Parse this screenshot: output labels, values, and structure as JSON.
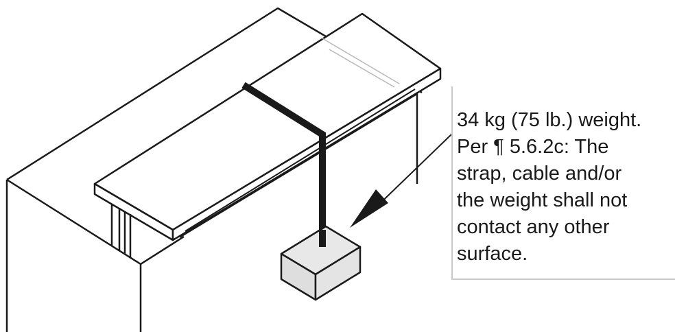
{
  "callout": {
    "lines": [
      "34 kg (75 lb.) weight.",
      "Per ¶ 5.6.2c: The",
      "strap, cable and/or",
      "the weight shall not",
      "contact any other",
      "surface."
    ]
  },
  "colors": {
    "line": "#1a1a1a",
    "weight_fill": "#e2e2e2",
    "callout_border": "#c9c9c9",
    "faint_line": "#b8b8b8"
  }
}
